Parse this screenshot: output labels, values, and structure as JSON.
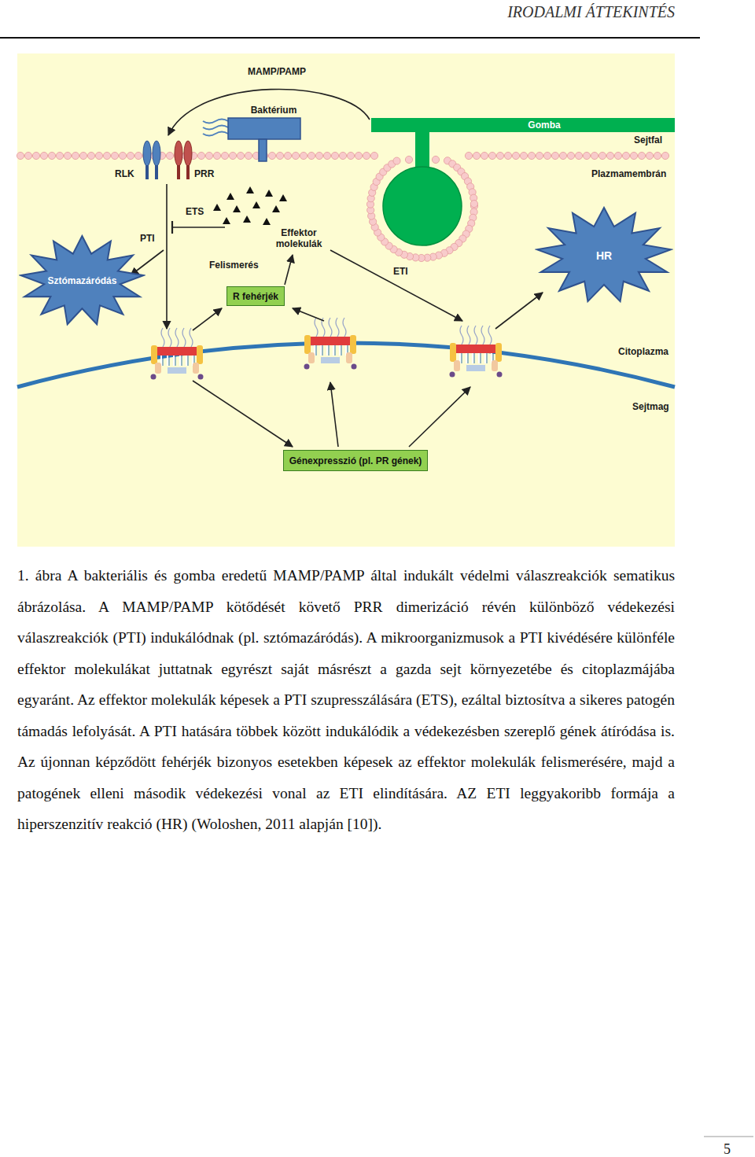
{
  "diagram": {
    "caption": "1. ábra A bakteriális és gomba eredetű MAMP/PAMP által indukált védelmi válaszreakciók sematikus ábrázolása. A MAMP/PAMP kötődését követő PRR dimerizáció révén különböző védekezési válaszreakciók (PTI) indukálódnak (pl. sztómazáródás). A mikroorganizmusok a PTI kivédésére különféle effektor molekulákat juttatnak egyrészt saját másrészt a gazda sejt környezetébe és citoplazmájába egyaránt. Az effektor molekulák képesek a PTI szupresszálására (ETS), ezáltal biztosítva a sikeres patogén támadás lefolyását. A PTI hatására többek között indukálódik a védekezésben szereplő gének átíródása is. Az újonnan képződött fehérjék bizonyos esetekben képesek az effektor molekulák felismerésére, majd a patogének elleni második védekezési vonal az ETI elindítására. AZ ETI leggyakoribb formája a hiperszenzitív reakció (HR) (Woloshen, 2011 alapján [10]).",
    "nodes": [
      {
        "text": [
          "HR"
        ]
      },
      {
        "text": [
          "Sztómazáródás"
        ]
      },
      {
        "text": [
          "R fehérjék"
        ]
      },
      {
        "text": [
          "Génexpresszió (pl. PR gének)"
        ]
      }
    ],
    "labels": [
      "IRODALMI ÁTTEKINTÉS",
      "MAMP/PAMP",
      "Baktérium",
      "Gomba",
      "Sejtfal",
      "RLK",
      "PRR",
      "Plazmamembrán",
      "ETS",
      "Effektor molekulák",
      "PTI",
      "Felismerés",
      "ETI",
      "Citoplazma",
      "Sejtmag",
      "5"
    ]
  }
}
